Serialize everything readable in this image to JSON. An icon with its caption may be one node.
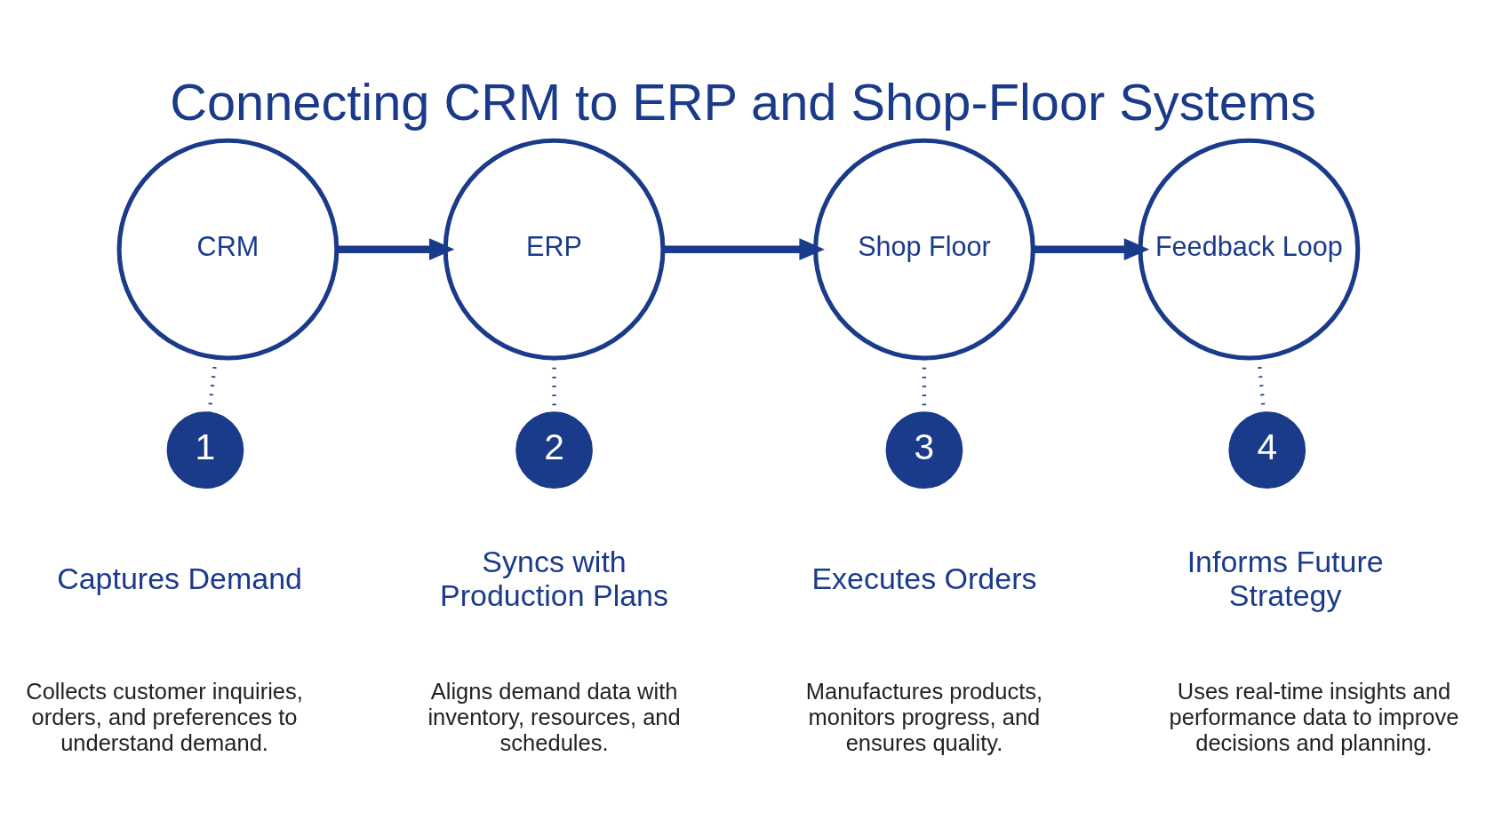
{
  "diagram": {
    "title": "Connecting CRM to ERP and Shop-Floor Systems",
    "nodes": [
      {
        "text": [
          "CRM"
        ]
      },
      {
        "text": [
          "ERP"
        ]
      },
      {
        "text": [
          "Shop Floor"
        ]
      },
      {
        "text": [
          "Feedback Loop"
        ]
      },
      {
        "text": [
          "1"
        ]
      },
      {
        "text": [
          "2"
        ]
      },
      {
        "text": [
          "3"
        ]
      },
      {
        "text": [
          "4"
        ]
      }
    ],
    "edges": [
      {
        "from": 0,
        "to": 1,
        "arrow": "to",
        "style": "thick"
      },
      {
        "from": 1,
        "to": 2,
        "arrow": "to",
        "style": "thick"
      },
      {
        "from": 2,
        "to": 3,
        "arrow": "to",
        "style": "thick"
      },
      {
        "from": 0,
        "to": 4,
        "arrow": "none",
        "style": "dashed"
      },
      {
        "from": 1,
        "to": 5,
        "arrow": "none",
        "style": "dashed"
      },
      {
        "from": 2,
        "to": 6,
        "arrow": "none",
        "style": "dashed"
      },
      {
        "from": 3,
        "to": 7,
        "arrow": "none",
        "style": "dashed"
      }
    ],
    "labels": [
      "Captures Demand",
      "Collects customer inquiries, orders, and preferences to understand demand.",
      "Syncs with Production Plans",
      "Aligns demand data with inventory, resources, and schedules.",
      "Executes Orders",
      "Manufactures products, monitors progress, and ensures quality.",
      "Informs Future Strategy",
      "Uses real-time insights and performance data to improve decisions and planning."
    ]
  }
}
